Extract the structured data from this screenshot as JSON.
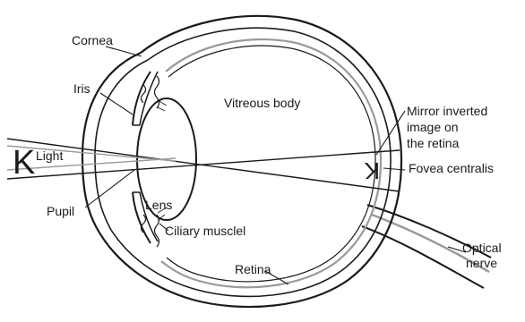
{
  "diagram": {
    "labels": {
      "cornea": "Cornea",
      "iris": "Iris",
      "vitreous": "Vitreous body",
      "mirror_line1": "Mirror inverted",
      "mirror_line2": "image on",
      "mirror_line3": "the retina",
      "light": "Light",
      "object_letter": "K",
      "image_letter": "K",
      "fovea": "Fovea centralis",
      "lens": "Lens",
      "pupil": "Pupil",
      "ciliary": "Ciliary musclel",
      "optical_line1": "Optical",
      "optical_line2": "nerve",
      "retina": "Retina"
    },
    "colors": {
      "ink": "#1a1a1a",
      "retina_gray": "#9a9a9a"
    }
  }
}
